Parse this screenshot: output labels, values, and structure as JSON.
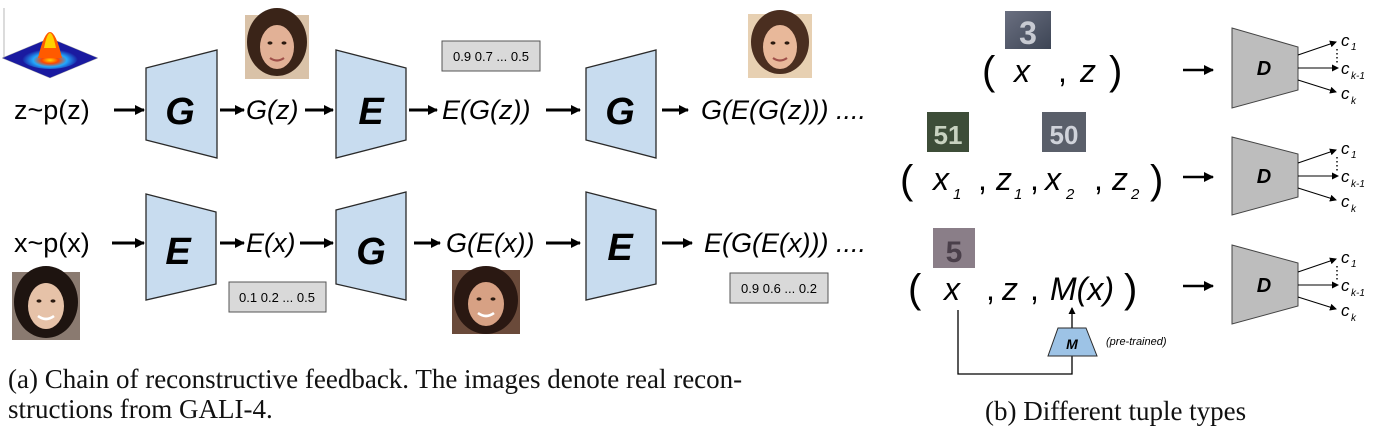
{
  "panel_a": {
    "chain1": {
      "input": "z~p(z)",
      "block1": "G",
      "out1": "G(z)",
      "block2": "E",
      "out2": "E(G(z))",
      "code": "0.9 0.7 ... 0.5",
      "block3": "G",
      "out3": "G(E(G(z))) ...."
    },
    "chain2": {
      "input": "x~p(x)",
      "block1": "E",
      "out1": "E(x)",
      "code1": "0.1 0.2 ... 0.5",
      "block2": "G",
      "out2": "G(E(x))",
      "block3": "E",
      "out3": "E(G(E(x))) ....",
      "code2": "0.9 0.6 ... 0.2"
    },
    "caption_line1": "(a) Chain of reconstructive feedback.  The images denote real recon-",
    "caption_line2": "structions from GALI-4."
  },
  "panel_b": {
    "discriminator": "D",
    "outputs": [
      "c",
      "c",
      "c"
    ],
    "output_subs": [
      "1",
      "k-1",
      "k"
    ],
    "row1": {
      "open": "(",
      "x": "x",
      "comma": ",",
      "z": "z",
      "close": ")",
      "digit": "3"
    },
    "row2": {
      "open": "(",
      "x": "x",
      "x_sub": "1",
      "z": "z",
      "z_sub": "1",
      "x2": "x",
      "x2_sub": "2",
      "z2": "z",
      "z2_sub": "2",
      "close": ")",
      "digit1": "51",
      "digit2": "50"
    },
    "row3": {
      "open": "(",
      "x": "x",
      "z": "z",
      "m": "M(x)",
      "close": ")",
      "digit": "5",
      "module": "M",
      "module_note": "(pre-trained)"
    },
    "caption": "(b) Different tuple types"
  },
  "colors": {
    "block_fill": "#c8dcef",
    "block_stroke": "#2a2a2a",
    "disc_fill": "#bdbdbd",
    "code_fill": "#d9d9d9",
    "m_fill": "#9dc3e6"
  }
}
